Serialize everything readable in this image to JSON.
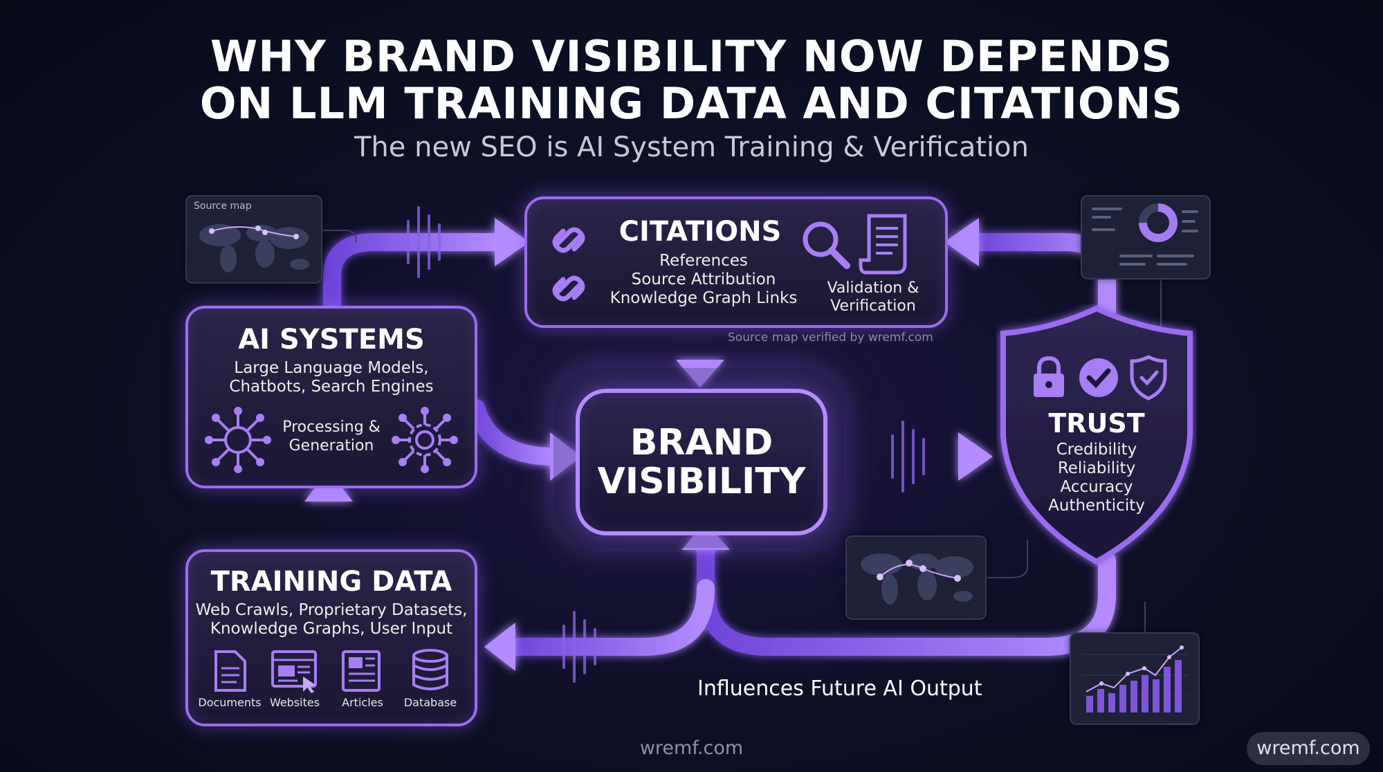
{
  "header": {
    "title_line1": "WHY BRAND VISIBILITY NOW DEPENDS",
    "title_line2": "ON LLM TRAINING DATA AND CITATIONS",
    "subtitle": "The new SEO is AI System Training & Verification"
  },
  "citations": {
    "title": "CITATIONS",
    "items": [
      "References",
      "Source Attribution",
      "Knowledge Graph Links"
    ],
    "validation_line1": "Validation &",
    "validation_line2": "Verification",
    "icons": [
      "link-icon",
      "magnifier-icon",
      "scroll-icon"
    ]
  },
  "ai_systems": {
    "title": "AI SYSTEMS",
    "line1": "Large Language Models,",
    "line2": "Chatbots, Search Engines",
    "process_line1": "Processing &",
    "process_line2": "Generation"
  },
  "brand": {
    "line1": "BRAND",
    "line2": "VISIBILITY"
  },
  "trust": {
    "title": "TRUST",
    "items": [
      "Credibility",
      "Reliability",
      "Accuracy",
      "Authenticity"
    ]
  },
  "training": {
    "title": "TRAINING DATA",
    "line1": "Web Crawls, Proprietary Datasets,",
    "line2": "Knowledge Graphs, User Input",
    "sources": [
      "Documents",
      "Websites",
      "Articles",
      "Database"
    ]
  },
  "source_map_label": "Source map",
  "verified_note": "Source map verified by wremf.com",
  "loop_label": "Influences Future AI Output",
  "footer": {
    "center": "wremf.com",
    "badge": "wremf.com"
  },
  "colors": {
    "accent": "#9b6cf0",
    "glow": "#b48cff",
    "bg": "#0d0f24"
  }
}
